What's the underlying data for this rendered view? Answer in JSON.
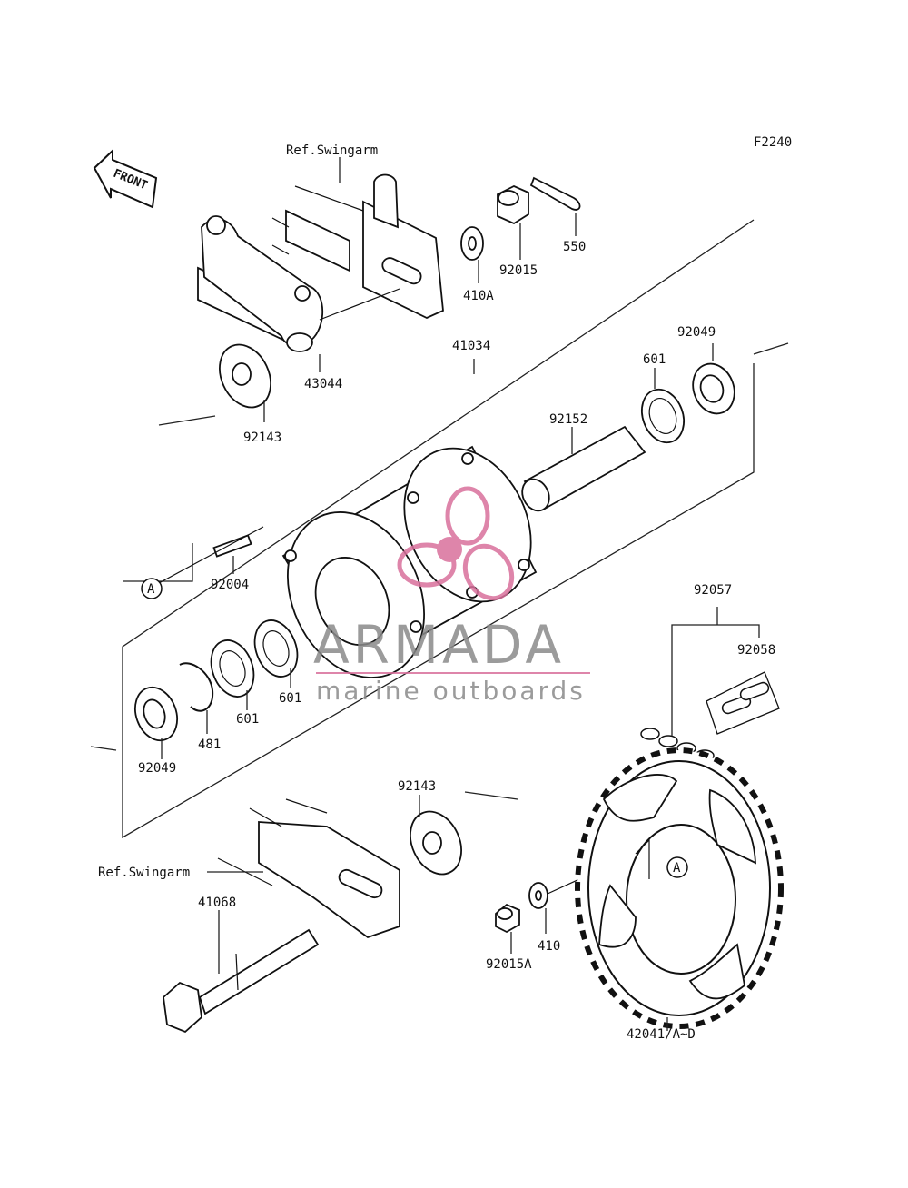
{
  "figure_code": "F2240",
  "front_label": "FRONT",
  "refs": {
    "swingarm_top": "Ref.Swingarm",
    "swingarm_bottom": "Ref.Swingarm"
  },
  "callouts": {
    "c550": "550",
    "c92015": "92015",
    "c410A": "410A",
    "c43044": "43044",
    "c92143_top": "92143",
    "c41034": "41034",
    "c92049_top": "92049",
    "c601_top": "601",
    "c92152": "92152",
    "c92004": "92004",
    "cA_left": "A",
    "c601_mid": "601",
    "c601_low": "601",
    "c481": "481",
    "c92049_bot": "92049",
    "c92057": "92057",
    "c92058": "92058",
    "c92143_bot": "92143",
    "c41068": "41068",
    "c410": "410",
    "c92015A": "92015A",
    "cA_right": "A",
    "c42041": "42041/A~D"
  },
  "watermark": {
    "brand": "ARMADA",
    "tagline": "marine outboards",
    "accent_color": "#d9709c"
  }
}
